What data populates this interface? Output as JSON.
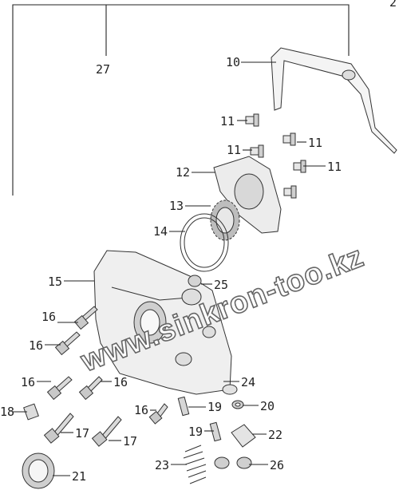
{
  "corner_mark": "2",
  "watermark": "www.sinkron-too.kz",
  "callouts": {
    "c27": "27",
    "c10": "10",
    "c11a": "11",
    "c11b": "11",
    "c11c": "11",
    "c11d": "11",
    "c12": "12",
    "c13": "13",
    "c14": "14",
    "c15": "15",
    "c16a": "16",
    "c16b": "16",
    "c16c": "16",
    "c16d": "16",
    "c16e": "16",
    "c25": "25",
    "c24": "24",
    "c18": "18",
    "c17a": "17",
    "c17b": "17",
    "c19a": "19",
    "c19b": "19",
    "c20": "20",
    "c22": "22",
    "c21": "21",
    "c23": "23",
    "c26": "26"
  }
}
